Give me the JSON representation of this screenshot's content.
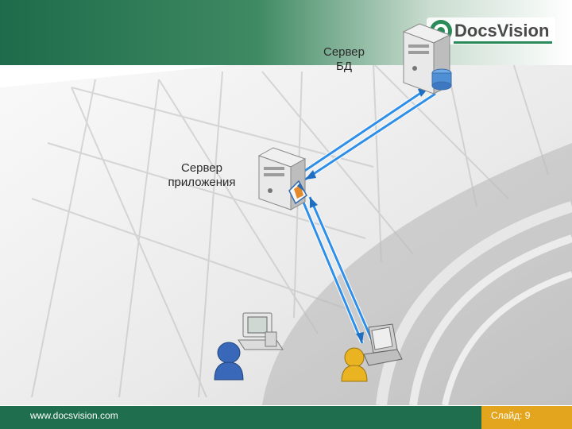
{
  "logo": {
    "text": "DocsVision"
  },
  "labels": {
    "db_server": "Сервер\nБД",
    "app_server": "Сервер\nприложения"
  },
  "icons": {
    "db_server": "database-server-icon",
    "app_server": "application-server-icon",
    "desktop_user": "desktop-user-icon",
    "laptop_user": "laptop-user-icon"
  },
  "footer": {
    "url": "www.docsvision.com",
    "slide": "Слайд: 9"
  },
  "colors": {
    "brand_green": "#1f6e4d",
    "accent_orange": "#e3a51e",
    "link_blue": "#2f8fe8"
  }
}
